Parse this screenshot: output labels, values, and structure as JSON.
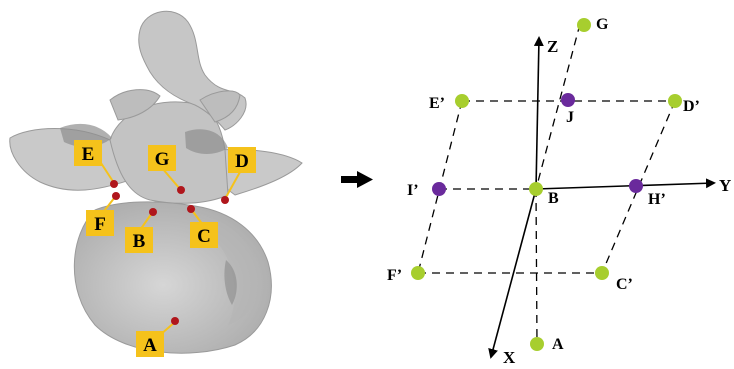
{
  "left_panel": {
    "labels": [
      {
        "id": "E",
        "text": "E"
      },
      {
        "id": "F",
        "text": "F"
      },
      {
        "id": "G",
        "text": "G"
      },
      {
        "id": "D",
        "text": "D"
      },
      {
        "id": "B",
        "text": "B"
      },
      {
        "id": "C",
        "text": "C"
      },
      {
        "id": "A",
        "text": "A"
      }
    ],
    "label_bg_color": "#F5C21B",
    "marker_color": "#B0161C",
    "bone_color": "#C6C6C6"
  },
  "right_panel": {
    "axes": [
      {
        "id": "Z",
        "text": "Z"
      },
      {
        "id": "Y",
        "text": "Y"
      },
      {
        "id": "X",
        "text": "X"
      }
    ],
    "points": [
      {
        "id": "G",
        "text": "G",
        "color": "green"
      },
      {
        "id": "E'",
        "text": "E’",
        "color": "green"
      },
      {
        "id": "J",
        "text": "J",
        "color": "purple"
      },
      {
        "id": "D'",
        "text": "D’",
        "color": "green"
      },
      {
        "id": "I'",
        "text": "I’",
        "color": "purple"
      },
      {
        "id": "B",
        "text": "B",
        "color": "green"
      },
      {
        "id": "H'",
        "text": "H’",
        "color": "purple"
      },
      {
        "id": "F'",
        "text": "F’",
        "color": "green"
      },
      {
        "id": "C'",
        "text": "C’",
        "color": "green"
      },
      {
        "id": "A",
        "text": "A",
        "color": "green"
      }
    ],
    "colors": {
      "green": "#A7CE2E",
      "purple": "#6A2A9C",
      "line": "#000000"
    }
  }
}
